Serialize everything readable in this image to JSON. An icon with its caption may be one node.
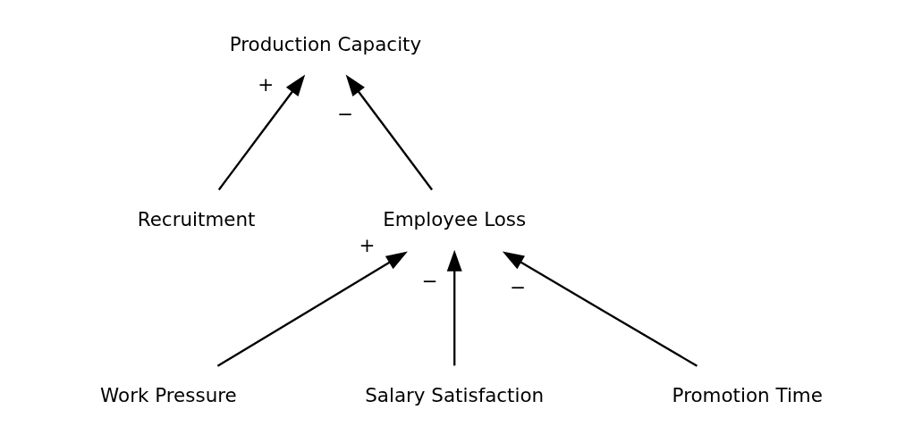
{
  "diagram": {
    "nodes": [
      {
        "text": [
          "Production Capacity"
        ]
      },
      {
        "text": [
          "Recruitment"
        ]
      },
      {
        "text": [
          "Employee Loss"
        ]
      },
      {
        "text": [
          "Work Pressure"
        ]
      },
      {
        "text": [
          "Salary Satisfaction"
        ]
      },
      {
        "text": [
          "Promotion Time"
        ]
      }
    ],
    "edges": [
      {
        "from": 1,
        "to": 0,
        "arrow": "to",
        "label": "+"
      },
      {
        "from": 2,
        "to": 0,
        "arrow": "to",
        "label": "−"
      },
      {
        "from": 3,
        "to": 2,
        "arrow": "to",
        "label": "+"
      },
      {
        "from": 4,
        "to": 2,
        "arrow": "to",
        "label": "−"
      },
      {
        "from": 5,
        "to": 2,
        "arrow": "to",
        "label": "−"
      }
    ]
  }
}
